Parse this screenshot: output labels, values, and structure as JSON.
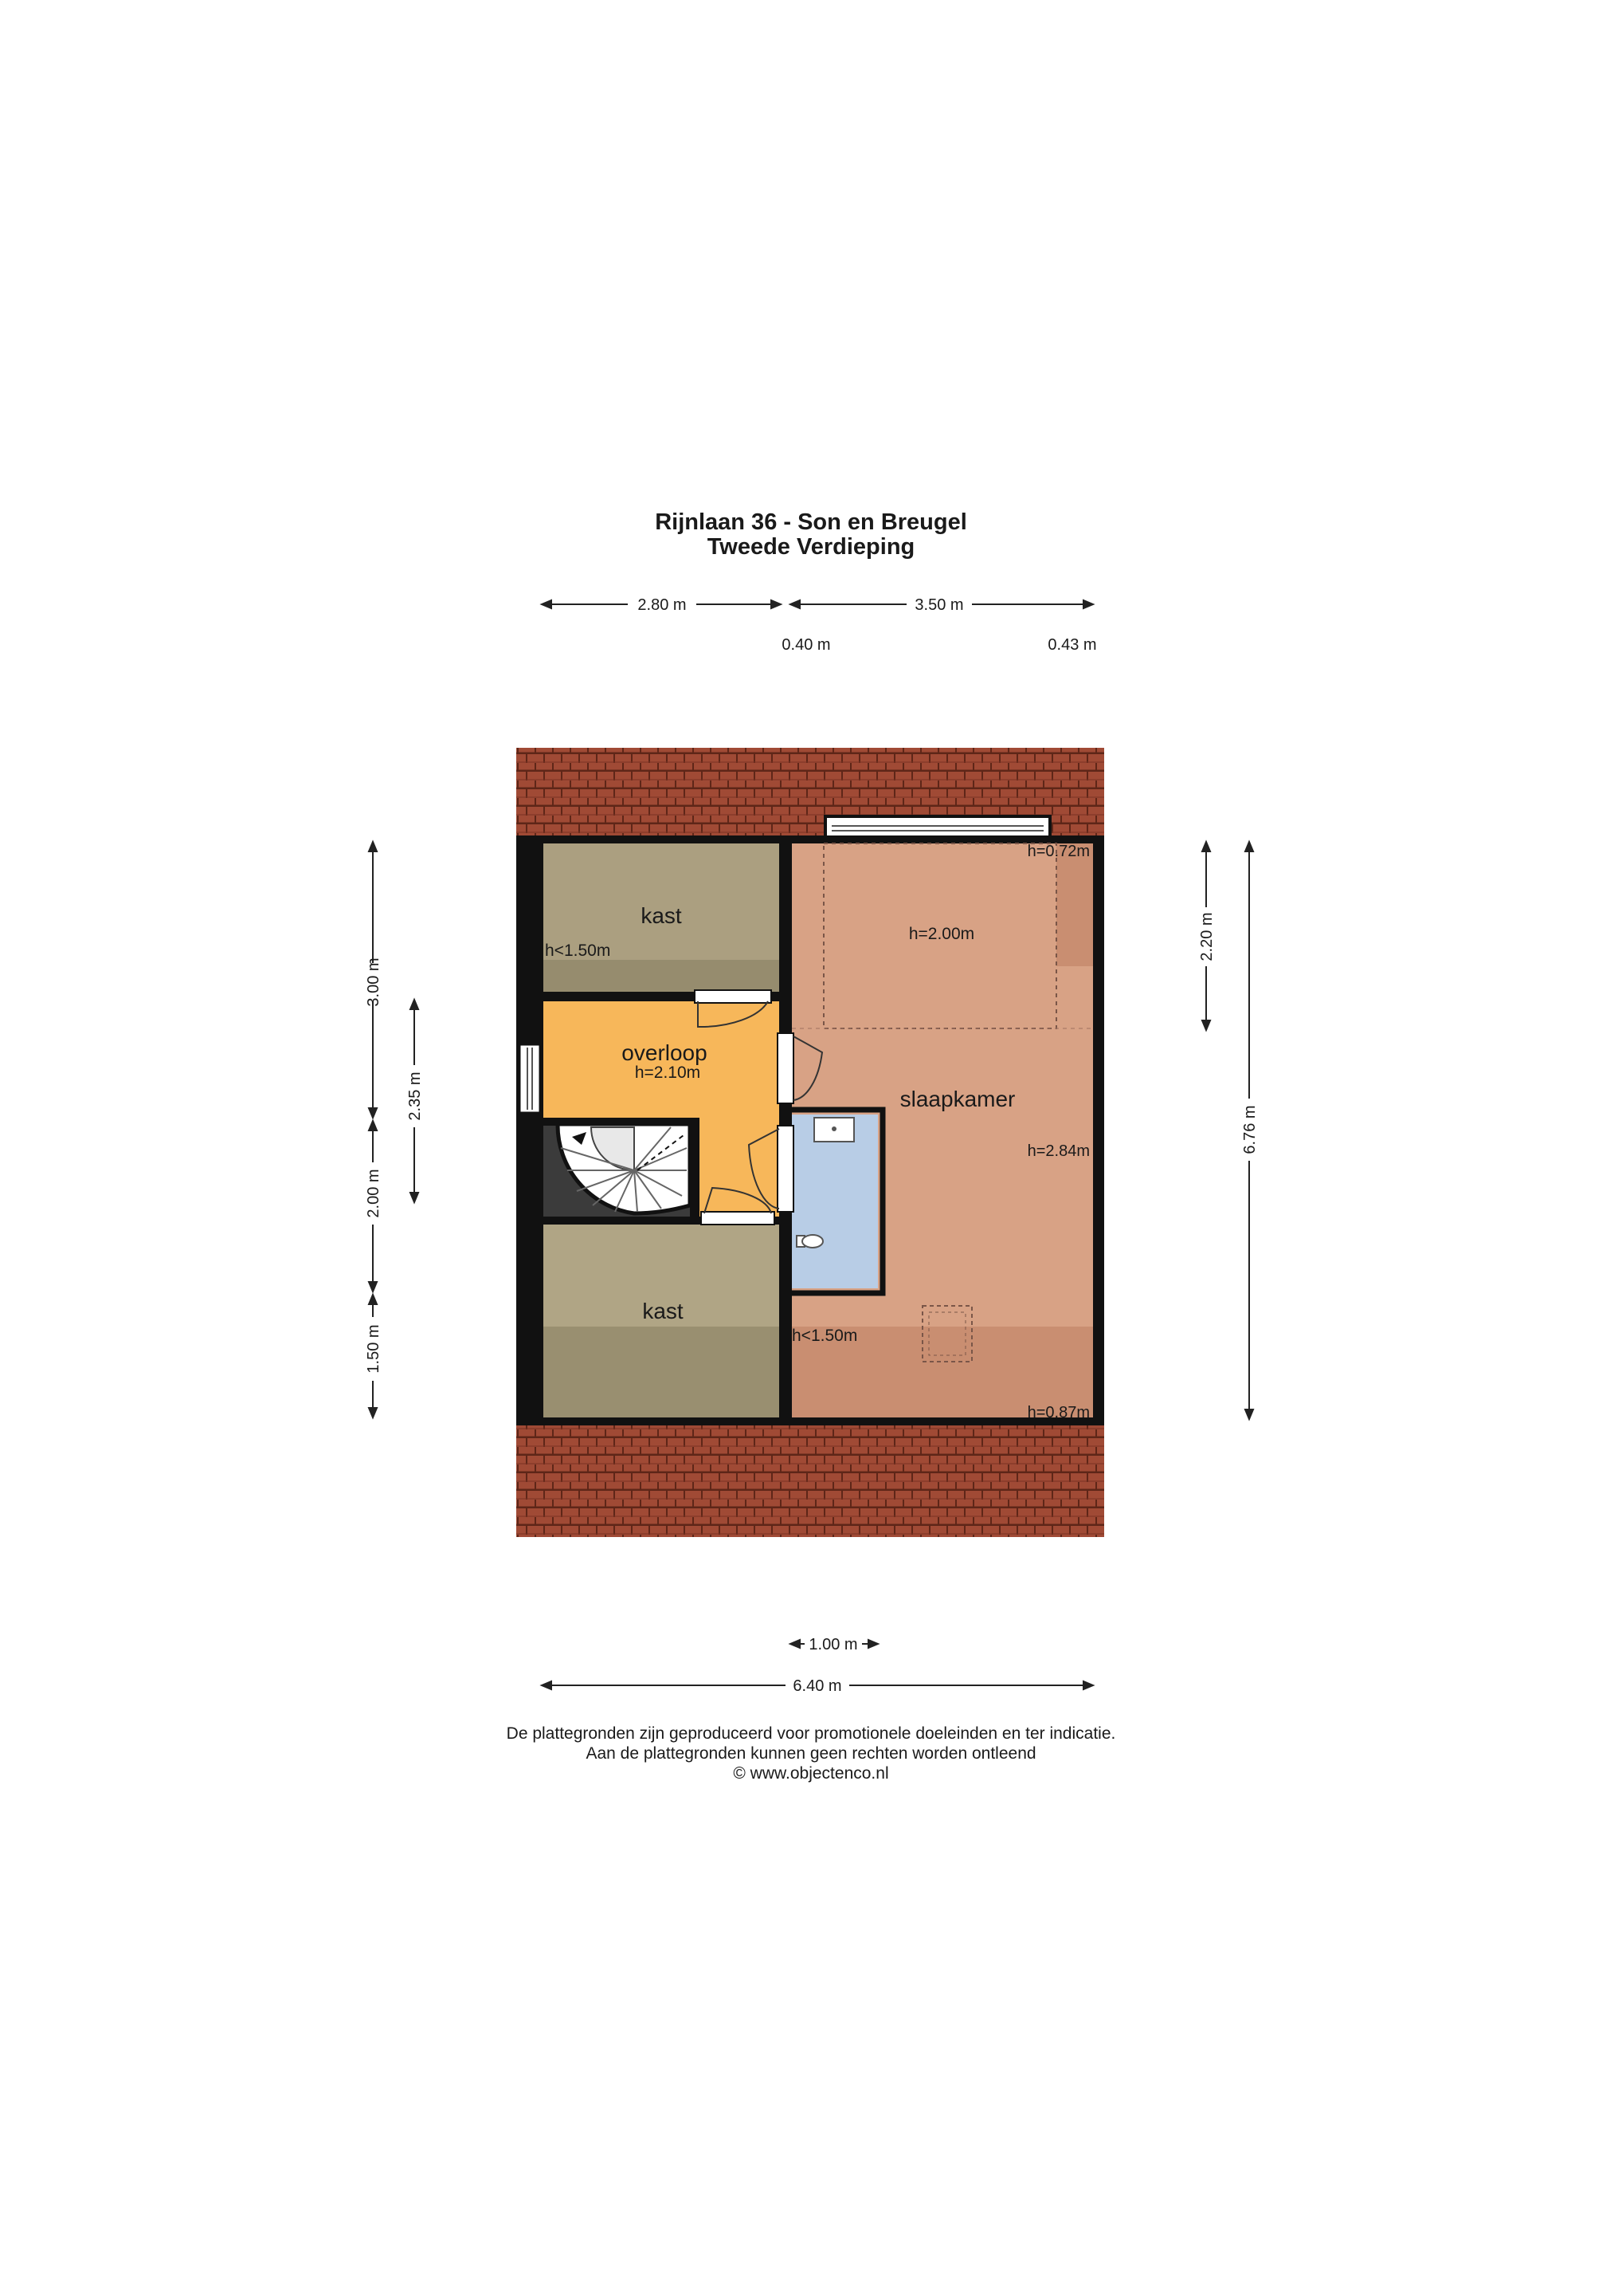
{
  "header": {
    "title": "Rijnlaan 36 - Son en Breugel",
    "subtitle": "Tweede Verdieping"
  },
  "dimensions": {
    "top_left_width": "2.80 m",
    "top_right_width": "3.50 m",
    "top_offset_left": "0.40 m",
    "top_offset_right": "0.43 m",
    "left_upper": "3.00 m",
    "left_middle": "2.00 m",
    "left_lower": "1.50 m",
    "left_inner": "2.35 m",
    "right_inner": "2.20 m",
    "right_outer": "6.76 m",
    "bottom_small": "1.00 m",
    "bottom_total": "6.40 m"
  },
  "rooms": {
    "kast_top": {
      "label": "kast",
      "height": "h<1.50m"
    },
    "overloop": {
      "label": "overloop",
      "height": "h=2.10m"
    },
    "kast_bottom": {
      "label": "kast"
    },
    "slaapkamer": {
      "label": "slaapkamer",
      "height_dormer_top": "h=0.72m",
      "height_dormer": "h=2.00m",
      "height_main": "h=2.84m",
      "height_low": "h<1.50m",
      "height_bottom": "h=0.87m"
    }
  },
  "colors": {
    "roof_tiles": "#9c4733",
    "wall": "#111111",
    "kast_floor": "#ab9f80",
    "kast_low": "#968c6e",
    "overloop_floor": "#f7b75a",
    "slaapkamer_floor": "#d8a285",
    "slaapkamer_low": "#c98e71",
    "bathroom_floor": "#b8cde6"
  },
  "footer": {
    "line1": "De plattegronden zijn geproduceerd voor promotionele doeleinden en ter indicatie.",
    "line2": "Aan de plattegronden kunnen geen rechten worden ontleend",
    "line3": "© www.objectenco.nl"
  }
}
